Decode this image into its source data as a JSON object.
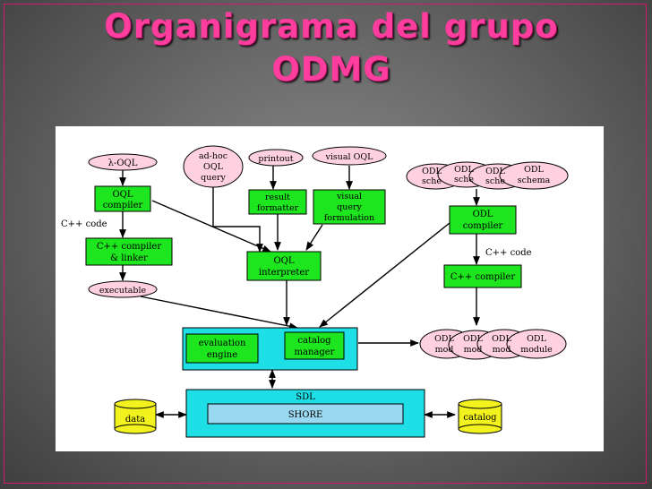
{
  "title": {
    "line1": "Organigrama del grupo",
    "line2": "ODMG"
  },
  "diagram": {
    "lambda_oql": "λ-OQL",
    "oql_compiler": [
      "OQL",
      "compiler"
    ],
    "cpp_code_left": "C++ code",
    "cpp_compiler_linker": [
      "C++ compiler",
      "& linker"
    ],
    "executable": "executable",
    "adhoc_query": [
      "ad-hoc",
      "OQL",
      "query"
    ],
    "printout": "printout",
    "visual_oql": "visual OQL",
    "result_formatter": [
      "result",
      "formatter"
    ],
    "visual_query_formulation": [
      "visual",
      "query",
      "formulation"
    ],
    "oql_interpreter": [
      "OQL",
      "interpreter"
    ],
    "odl_schema": [
      "ODL",
      "schema"
    ],
    "odl_schema_partial": [
      "ODL",
      "sche"
    ],
    "odl_compiler": [
      "ODL",
      "compiler"
    ],
    "cpp_code_right": "C++ code",
    "cpp_compiler_right": "C++ compiler",
    "odl_module": [
      "ODL",
      "module"
    ],
    "odl_module_partial": [
      "ODL",
      "mod"
    ],
    "evaluation_engine": [
      "evaluation",
      "engine"
    ],
    "catalog_manager": [
      "catalog",
      "manager"
    ],
    "sdl": "SDL",
    "shore": "SHORE",
    "data_store": "data",
    "catalog_store": "catalog"
  },
  "colors": {
    "title": "#ff3d9e",
    "frame": "#d2186a",
    "process_box": "#1ee61e",
    "ellipse": "#ffd0e0",
    "platform": "#1edfe6",
    "shore_box": "#9ad8f0",
    "cylinder": "#f2f21e"
  }
}
